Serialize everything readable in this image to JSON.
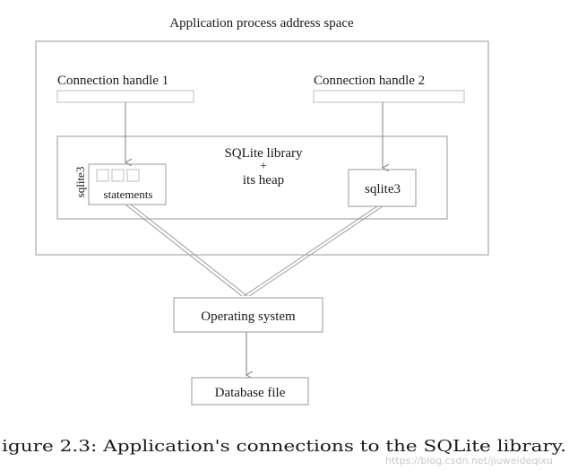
{
  "diagram": {
    "outer_title": "Application process address space",
    "handle1_label": "Connection handle 1",
    "handle2_label": "Connection handle 2",
    "library_label_line1": "SQLite library",
    "library_label_plus": "+",
    "library_label_line2": "its heap",
    "left_conn_vertical_label": "sqlite3",
    "statements_label": "statements",
    "right_conn_label": "sqlite3",
    "os_label": "Operating system",
    "db_label": "Database file"
  },
  "caption": "igure 2.3: Application's connections to the SQLite library.",
  "watermark": "https://blog.csdn.net/jiuweideqixu"
}
